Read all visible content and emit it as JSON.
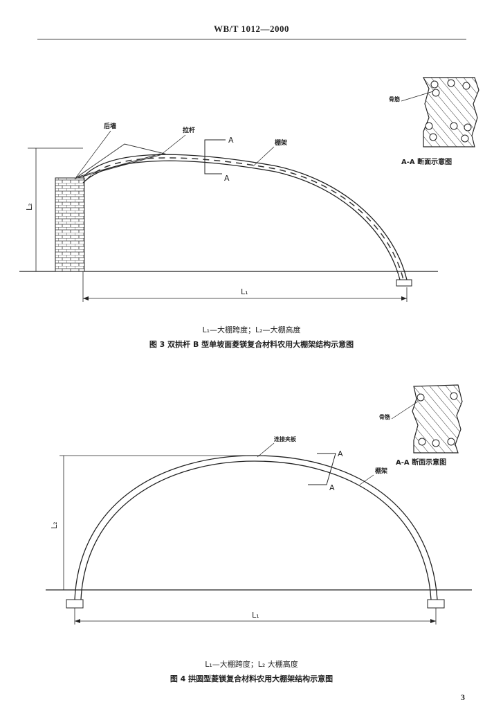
{
  "header": {
    "doc_code": "WB/T 1012—2000"
  },
  "figure3": {
    "labels": {
      "wall": "后墙",
      "brace": "拉杆",
      "frame": "棚架",
      "section_mark": "A",
      "rebar": "骨筋",
      "section_title": "A-A  断面示意图",
      "span": "L₁",
      "height": "L₂"
    },
    "legend": "L₁—大棚跨度；L₂—大棚高度",
    "caption": "图 3   双拱杆 B 型单坡面菱镁复合材料农用大棚架结构示意图"
  },
  "figure4": {
    "labels": {
      "connector": "连接夹板",
      "frame": "棚架",
      "section_mark": "A",
      "rebar": "骨筋",
      "section_title": "A-A  断面示意图",
      "span": "L₁",
      "height": "L₂"
    },
    "legend": "L₁—大棚跨度；L₂  大棚高度",
    "caption": "图 4   拱圆型菱镁复合材料农用大棚架结构示意图"
  },
  "page_number": "3"
}
